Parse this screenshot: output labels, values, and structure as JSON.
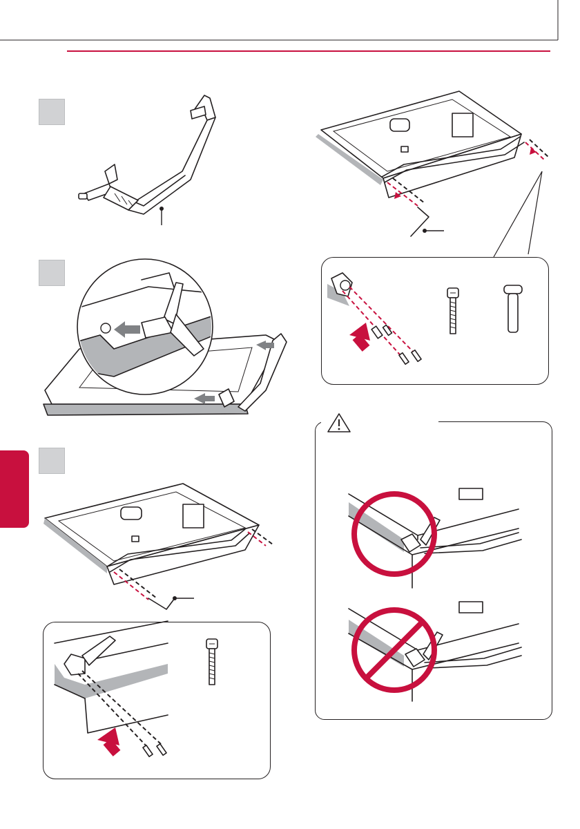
{
  "page": {
    "accent_color": "#c8103e",
    "badge_color": "#d1d2d4",
    "side_tab_color": "#c8103e"
  },
  "steps": [
    {
      "id": "step-1",
      "icon": "stand-body-illustration"
    },
    {
      "id": "step-2",
      "icon": "stand-attach-illustration"
    },
    {
      "id": "step-3",
      "icon": "screw-fasten-illustration"
    }
  ],
  "right_column": {
    "top_icon": "tv-back-screw-illustration",
    "detail_icons": [
      "screw-icon",
      "bolt-icon",
      "pin-icon"
    ]
  },
  "caution": {
    "icon": "warning-triangle-icon",
    "correct_icon": "circle-ok-icon",
    "wrong_icon": "circle-prohibited-icon"
  }
}
